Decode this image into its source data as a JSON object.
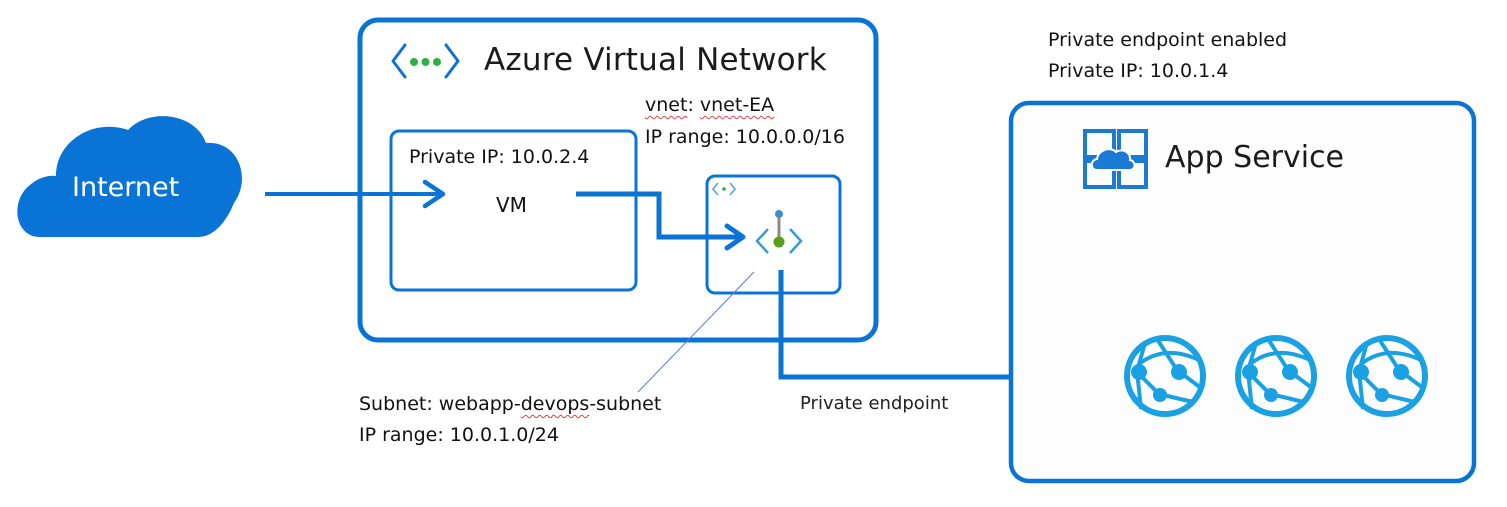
{
  "diagram": {
    "title": "Azure private endpoint architecture",
    "colors": {
      "accent_blue": "#0a73d6",
      "light_blue": "#1aa1e3",
      "green": "#2db043",
      "text": "#111111",
      "connector_gray": "#8a8a8a",
      "annotation_line": "#5b7bd6"
    },
    "internet": {
      "label": "Internet",
      "icon": "cloud-icon"
    },
    "vnet": {
      "title": "Azure Virtual Network",
      "icon": "virtual-network-icon",
      "name_prefix": "vnet",
      "name_sep": ": ",
      "name_value": "vnet-EA",
      "ip_range": "IP range: 10.0.0.0/16"
    },
    "vm": {
      "label": "VM",
      "private_ip": "Private IP: 10.0.2.4"
    },
    "subnet": {
      "icon": "subnet-icon",
      "inner_icon": "private-endpoint-icon",
      "name_prefix": "Subnet: webapp-",
      "name_squiggle": "devops",
      "name_suffix": "-subnet",
      "ip_range": "IP range: 10.0.1.0/24"
    },
    "private_endpoint_label": "Private endpoint",
    "app_service": {
      "title": "App Service",
      "icon": "app-service-icon",
      "status_line1": "Private endpoint enabled",
      "status_line2": "Private IP: 10.0.1.4",
      "web_apps": [
        {
          "icon": "web-app-icon"
        },
        {
          "icon": "web-app-icon"
        },
        {
          "icon": "web-app-icon"
        }
      ]
    },
    "connections": [
      {
        "from": "Internet",
        "to": "VM"
      },
      {
        "from": "VM",
        "to": "Subnet private endpoint"
      },
      {
        "from": "Subnet private endpoint",
        "to": "App Service web apps",
        "label": "Private endpoint"
      }
    ]
  }
}
